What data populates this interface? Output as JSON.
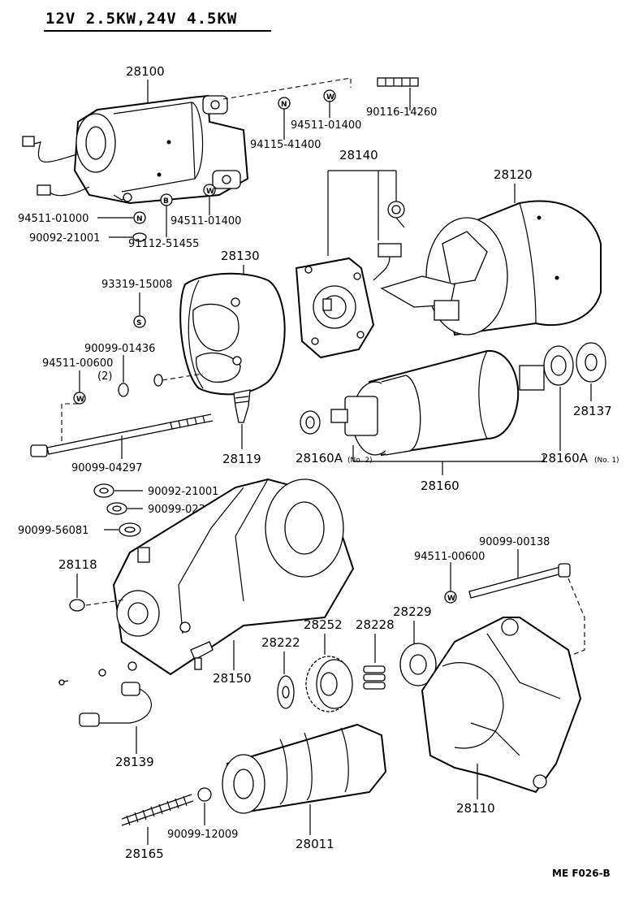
{
  "title": "12V 2.5KW,24V 4.5KW",
  "figure_code": "ME F026-B",
  "marks": {
    "n": "N",
    "w": "W",
    "b": "B",
    "s": "S"
  },
  "labels": {
    "p28100": "28100",
    "p94511_01400_top": "94511-01400",
    "p90116_14260": "90116-14260",
    "p94115_41400": "94115-41400",
    "p28140": "28140",
    "p28120": "28120",
    "p94511_01000": "94511-01000",
    "p90092_21001_top": "90092-21001",
    "p91112_51455": "91112-51455",
    "p94511_01400_mid": "94511-01400",
    "p28130": "28130",
    "p93319_15008": "93319-15008",
    "p90099_01436": "90099-01436",
    "p94511_00600_left": "94511-00600",
    "qty_2": "(2)",
    "p28137": "28137",
    "p28160A_no2": "28160A",
    "sub_no2": "(No. 2)",
    "p28160A_no1": "28160A",
    "sub_no1": "(No. 1)",
    "p28119": "28119",
    "p90099_04297": "90099-04297",
    "p28160": "28160",
    "p90092_21001_mid": "90092-21001",
    "p90099_02325": "90099-02325",
    "p90099_56081": "90099-56081",
    "p90099_00138": "90099-00138",
    "p94511_00600_right": "94511-00600",
    "p28118": "28118",
    "p28252": "28252",
    "p28228": "28228",
    "p28229": "28229",
    "p28222": "28222",
    "p28150": "28150",
    "p28139": "28139",
    "p28110": "28110",
    "p90099_12009": "90099-12009",
    "p28165": "28165",
    "p28011": "28011"
  }
}
